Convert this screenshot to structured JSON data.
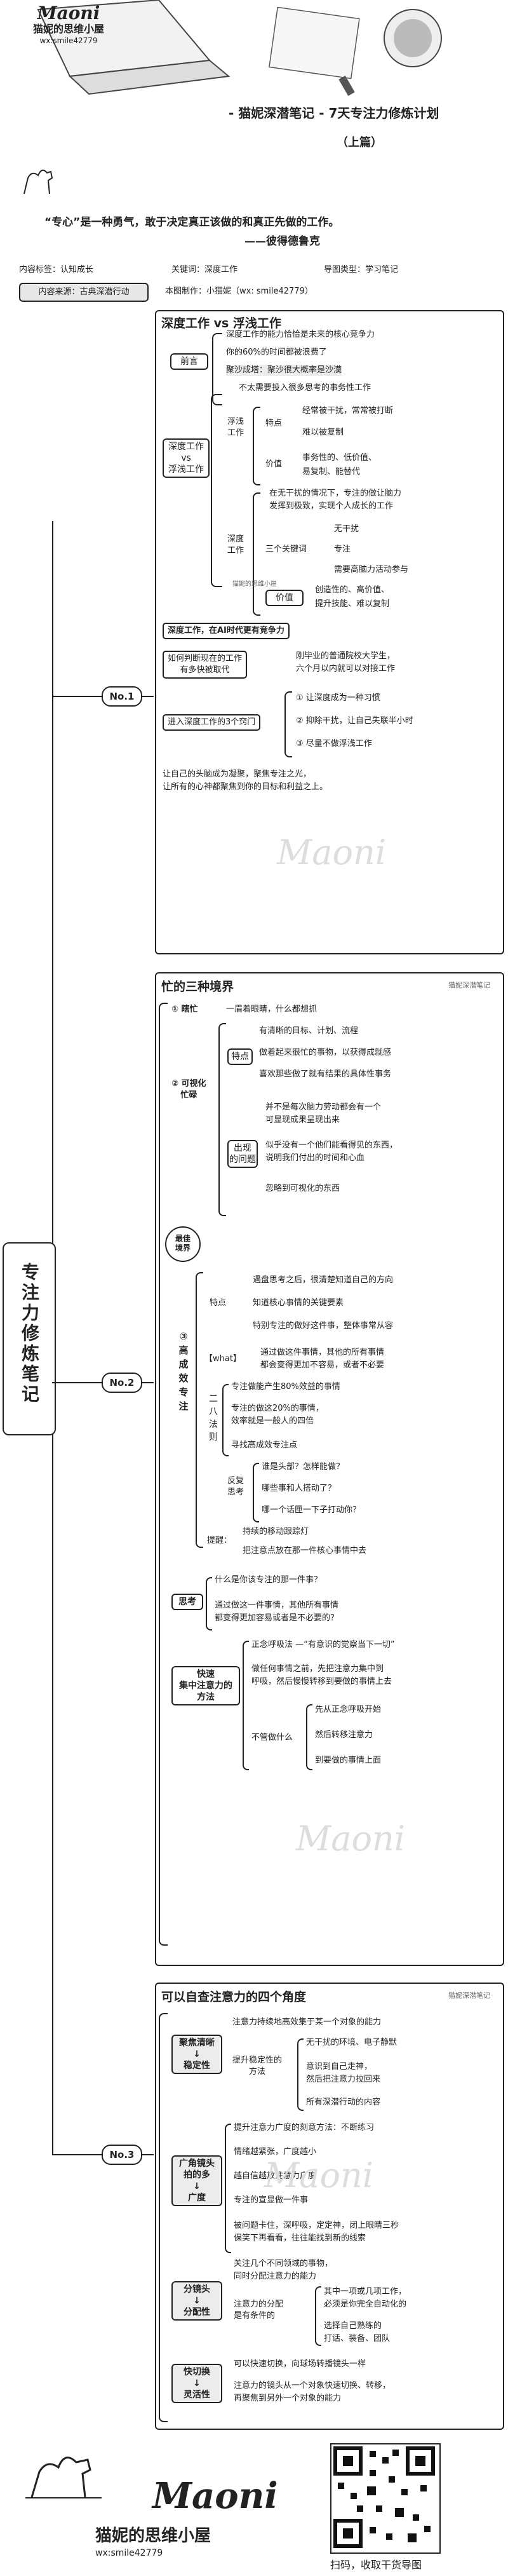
{
  "header": {
    "logo_script": "Maoni",
    "logo_sub": "猫妮的思维小屋",
    "logo_id": "wx:smile42779",
    "title": "- 猫妮深潜笔记 - 7天专注力修炼计划",
    "part": "（上篇）",
    "quote_line1": "“专心”是一种勇气，敢于决定真正该做的和真正先做的工作。",
    "quote_line2": "——彼得德鲁克"
  },
  "info": {
    "tag_category": "内容标签：认知成长",
    "tag_keyword": "关键词：深度工作",
    "tag_type": "导图类型：学习笔记",
    "source": "内容来源：古典深潜行动",
    "author": "本图制作：小猫妮（wx: smile42779）"
  },
  "root": "专注力修炼笔记",
  "no1": {
    "badge": "No.1",
    "title": "深度工作 vs 浮浅工作",
    "preface": "前言",
    "preface_items": [
      "深度工作的能力恰恰是未来的核心竞争力",
      "你的60%的时间都被浪费了",
      "聚沙成塔：聚沙很大概率是沙漠",
      "不太需要投入很多思考的事务性工作"
    ],
    "compare": "深度工作\nvs\n浮浅工作",
    "shallow": "浮浅\n工作",
    "shallow_features": "特点",
    "shallow_feature_items": [
      "经常被干扰，常常被打断",
      "难以被复制"
    ],
    "shallow_value": "价值",
    "shallow_value_items": [
      "事务性的、低价值、",
      "易复制、能替代"
    ],
    "deep": "深度\n工作",
    "deep_desc": [
      "在无干扰的情况下，专注的做让脑力",
      "发挥到极致，实现个人成长的工作"
    ],
    "deep_kw": "三个关键词",
    "deep_kw_items": [
      "无干扰",
      "专注",
      "需要高脑力活动参与"
    ],
    "deep_value": "价值",
    "deep_value_items": [
      "创造性的、高价值、",
      "提升技能、难以复制"
    ],
    "watermark": "猫妮的思维小屋",
    "ai": "深度工作，在AI时代更有竞争力",
    "example_q": "如何判断现在的工作\n有多快被取代",
    "example_a": [
      "刚毕业的普通院校大学生，",
      "六个月以内就可以对接工作"
    ],
    "enter": "进入深度工作的3个窍门",
    "enter_items": [
      "① 让深度成为一种习惯",
      "② 抑除干扰，让自己失联半小时",
      "③ 尽量不做浮浅工作"
    ],
    "summary": [
      "让自己的头脑成为凝聚，聚焦专注之光，",
      "让所有的心神都聚焦到你的目标和利益之上。"
    ]
  },
  "no2": {
    "badge": "No.2",
    "title": "忙的三种境界",
    "stamp": "猫妮深潜笔记",
    "s1": "① 瞎忙",
    "s1_desc": "一眉着眼睛，什么都想抓",
    "s2": "② 可视化\n忙碌",
    "s2_feat": "特点",
    "s2_feat_items": [
      "有清晰的目标、计划、流程",
      "做着起来很忙的事物，以获得成就感",
      "喜欢那些做了就有结果的具体性事务"
    ],
    "s2_prob": "出现\n的问题",
    "s2_prob_items": [
      "并不是每次脑力劳动都会有一个",
      "可显现成果呈现出来",
      "似乎没有一个他们能看得见的东西，",
      "说明我们付出的时间和心血",
      "忽略到可视化的东西"
    ],
    "bubble": "最佳\n境界",
    "s3": "③\n高\n成\n效\n专\n注",
    "s3_feat": "特点",
    "s3_feat_items": [
      "遇盘思考之后，很清楚知道自己的方向",
      "知道核心事情的关键要素",
      "特别专注的做好这件事，整体事常从容"
    ],
    "s3_what": "【what】",
    "s3_what_desc": [
      "通过做这件事情，其他的所有事情",
      "都会变得更加不容易，或者不必要"
    ],
    "s3_rule": "二\n八\n法\n则",
    "s3_rule_items": [
      "专注做能产生80%效益的事情",
      "专注的做这20%的事情，",
      "效率就是一般人的四倍",
      "寻找高成效专注点"
    ],
    "s3_reflect": "反复\n思考",
    "s3_reflect_items": [
      "谁是头部？怎样能做？",
      "哪些事和人搭动了？",
      "哪一个话匣一下子打动你？"
    ],
    "s3_tip": "提醒：",
    "s3_tip_items": [
      "持续的移动跟踪灯",
      "把注意点放在那一件核心事情中去"
    ],
    "think": "思考",
    "think_items": [
      "什么是你该专注的那一件事？",
      "通过做这一件事情，其他所有事情",
      "都变得更加容易或者是不必要的？"
    ],
    "focus": "快速\n集中注意力的\n方法",
    "focus_items": [
      "正念呼吸法 —“有意识的觉察当下一切”",
      "做任何事情之前，先把注意力集中到",
      "呼吸，然后慢慢转移到要做的事情上去"
    ],
    "notdo": "不管做什么",
    "notdo_items": [
      "先从正念呼吸开始",
      "然后转移注意力",
      "到要做的事情上面"
    ]
  },
  "no3": {
    "badge": "No.3",
    "title": "可以自查注意力的四个角度",
    "stamp": "猫妮深潜笔记",
    "a1": "聚焦清晰\n↓\n稳定性",
    "a1_desc": "注意力持续地高效集于某一个对象的能力",
    "a1_method": "提升稳定性的\n方法",
    "a1_items": [
      "无干扰的环境、电子静默",
      "意识到自己走神，",
      "然后把注意力拉回来",
      "所有深潜行动的内容"
    ],
    "a2": "广角镜头\n拍的多\n↓\n广度",
    "a2_items": [
      "提升注意力广度的刻意方法：不断练习",
      "情绪越紧张，广度越小",
      "越自信越放注意力广度",
      "专注的宣显做一件事",
      "被问题卡住，深呼吸，定定神，闭上眼睛三秒",
      "保笑下再看看，往往能找到新的线索"
    ],
    "a3": "分镜头\n↓\n分配性",
    "a3_desc": [
      "关注几个不同领域的事物，",
      "同时分配注意力的能力"
    ],
    "a3_cond": "注意力的分配\n是有条件的",
    "a3_items": [
      "其中一项或几项工作，",
      "必须是你完全自动化的",
      "选择自己熟练的",
      "打话、装备、团队"
    ],
    "a4": "快切换\n↓\n灵活性",
    "a4_items": [
      "可以快速切换，向球场转播镜头一样",
      "注意力的镜头从一个对象快速切换、转移，",
      "再聚焦到另外一个对象的能力"
    ]
  },
  "footer": {
    "logo_script": "Maoni",
    "logo_sub": "猫妮的思维小屋",
    "logo_id": "wx:smile42779",
    "qr_caption": "扫码，收取干货导图"
  }
}
